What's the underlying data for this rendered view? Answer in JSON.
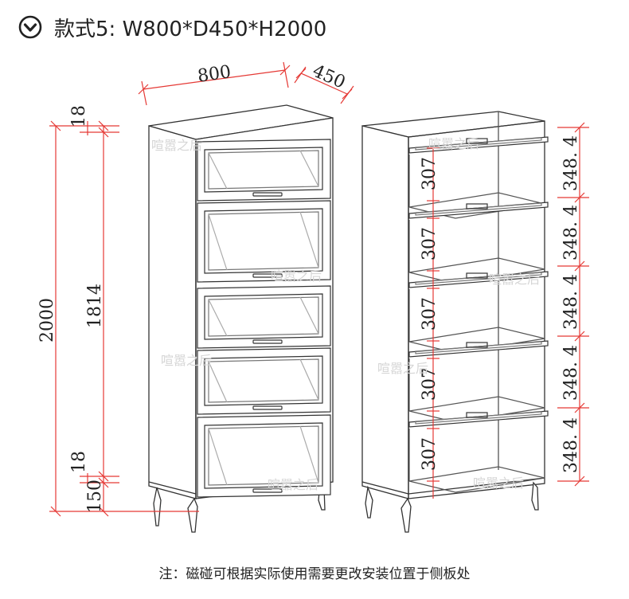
{
  "header": {
    "title": "款式5: W800*D450*H2000",
    "icon": "chevron-down-circle-icon"
  },
  "dimensions": {
    "width": "800",
    "depth": "450",
    "total_height": "2000",
    "inner_height": "1814",
    "top_panel": "18",
    "bottom_panel": "18",
    "leg_height": "150",
    "shelf_pitch": "348. 4",
    "opening_height": "307"
  },
  "watermark": "喧嚣之后",
  "note": "注：磁碰可根据实际使用需要更改安装位置于侧板处",
  "colors": {
    "dimension_line": "#e53935",
    "drawing_line": "#333333",
    "watermark": "#d6d6d6"
  }
}
